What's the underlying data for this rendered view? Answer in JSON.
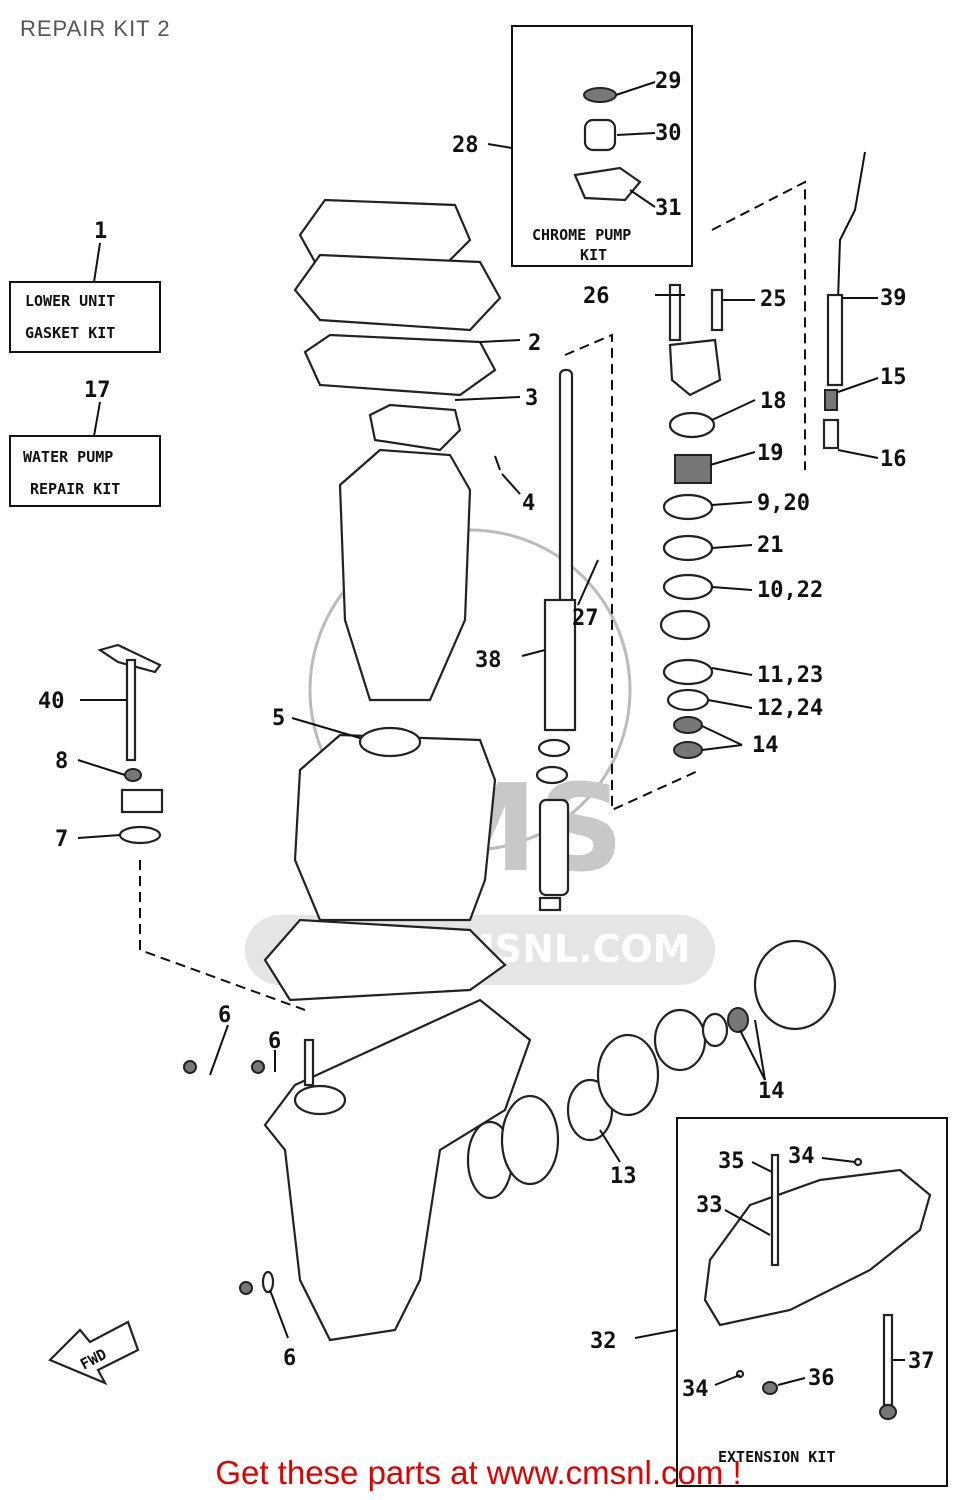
{
  "page": {
    "title": "REPAIR KIT 2"
  },
  "footer": {
    "text": "Get these parts at www.cmsnl.com !"
  },
  "watermark": {
    "brand": "CMS",
    "url": "WWW.CMSNL.COM"
  },
  "kits": {
    "gasket": {
      "number": "1",
      "line1": "LOWER UNIT",
      "line2": "GASKET KIT"
    },
    "water_pump": {
      "number": "17",
      "line1": "WATER PUMP",
      "line2": "REPAIR KIT"
    },
    "chrome_pump": {
      "number": "28",
      "line1": "CHROME PUMP",
      "line2": "KIT"
    },
    "extension": {
      "number": "32",
      "line1": "EXTENSION KIT"
    }
  },
  "callouts": {
    "c2": "2",
    "c3": "3",
    "c4": "4",
    "c5": "5",
    "c6a": "6",
    "c6b": "6",
    "c6c": "6",
    "c7": "7",
    "c8": "8",
    "c9_20": "9,20",
    "c10_22": "10,22",
    "c11_23": "11,23",
    "c12_24": "12,24",
    "c13": "13",
    "c14a": "14",
    "c14b": "14",
    "c15": "15",
    "c16": "16",
    "c18": "18",
    "c19": "19",
    "c21": "21",
    "c25": "25",
    "c26": "26",
    "c27": "27",
    "c29": "29",
    "c30": "30",
    "c31": "31",
    "c33": "33",
    "c34a": "34",
    "c34b": "34",
    "c35": "35",
    "c36": "36",
    "c37": "37",
    "c38": "38",
    "c39": "39",
    "c40": "40"
  },
  "fwd_arrow": {
    "label": "FWD"
  }
}
